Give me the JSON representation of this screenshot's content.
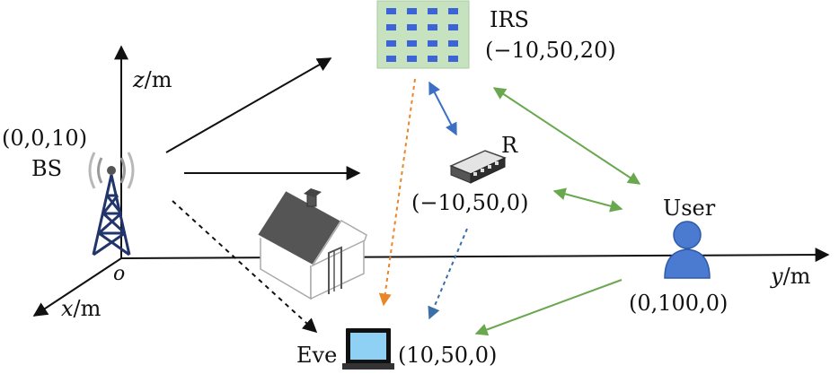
{
  "axes": {
    "z_label": "z",
    "y_label": "y",
    "x_label": "x",
    "unit": "/m",
    "origin_label": "o"
  },
  "nodes": {
    "bs": {
      "name": "BS",
      "coord": "(0,0,10)"
    },
    "irs": {
      "name": "IRS",
      "coord": "(−10,50,20)"
    },
    "relay": {
      "name": "R",
      "coord": "(−10,50,0)"
    },
    "user": {
      "name": "User",
      "coord": "(0,100,0)"
    },
    "eve": {
      "name": "Eve",
      "coord": "(10,50,0)"
    }
  },
  "colors": {
    "bs_link": "#111111",
    "eavesdrop_link": "#111111",
    "irs_relay_link": "#3a6fc4",
    "user_link": "#6aa84f",
    "irs_to_eve": "#e8872a",
    "relay_to_eve": "#3a6fa8",
    "irs_panel": "#c6e2bf",
    "irs_element": "#3d64d6",
    "user_icon": "#4a7bd0",
    "eve_screen": "#8fd0f5"
  }
}
